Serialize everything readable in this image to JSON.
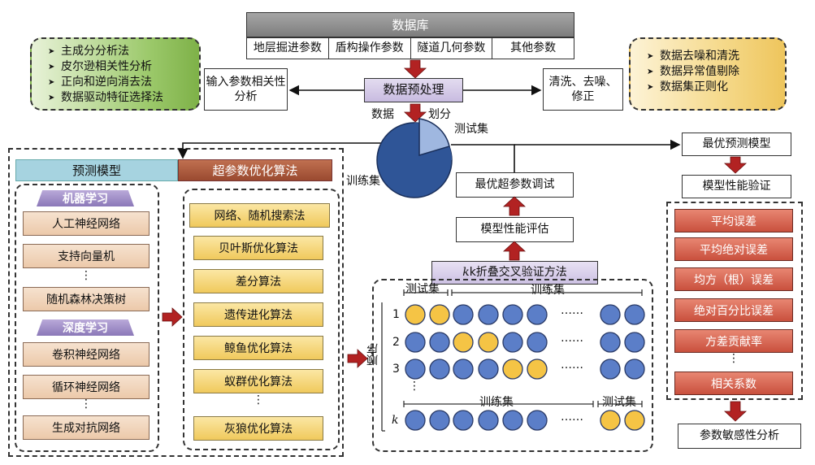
{
  "database": {
    "title": "数据库",
    "params": [
      "地层掘进参数",
      "盾构操作参数",
      "隧道几何参数",
      "其他参数"
    ]
  },
  "preprocess": {
    "label": "数据预处理",
    "left_box": "输入参数相关性分析",
    "right_box": "清洗、去噪、修正",
    "split_label_1": "数据",
    "split_label_2": "划分",
    "test_set": "测试集",
    "train_set": "训练集"
  },
  "left_note": [
    "主成分分析法",
    "皮尔逊相关性分析",
    "正向和逆向消去法",
    "数据驱动特征选择法"
  ],
  "right_note": [
    "数据去噪和清洗",
    "数据异常值剔除",
    "数据集正则化"
  ],
  "prediction": {
    "header": "预测模型",
    "ml_title": "机器学习",
    "ml_items": [
      "人工神经网络",
      "支持向量机",
      "随机森林决策树"
    ],
    "dl_title": "深度学习",
    "dl_items": [
      "卷积神经网络",
      "循环神经网络",
      "生成对抗网络"
    ],
    "dots": "⋮"
  },
  "hyper": {
    "header": "超参数优化算法",
    "items": [
      "网络、随机搜索法",
      "贝叶斯优化算法",
      "差分算法",
      "遗传进化算法",
      "鲸鱼优化算法",
      "蚁群优化算法",
      "灰狼优化算法"
    ],
    "dots": "⋮"
  },
  "tuning": {
    "best_hyper": "最优超参数调试",
    "perf_eval": "模型性能评估",
    "kfold": "k折叠交叉验证方法"
  },
  "kfold_panel": {
    "test_label": "测试集",
    "train_label": "训练集",
    "order_label": "顺序",
    "rows": [
      "1",
      "2",
      "3",
      "k"
    ],
    "ellipsis": "……",
    "vdots": "⋮"
  },
  "right_column": {
    "best_model": "最优预测模型",
    "validation": "模型性能验证",
    "metrics": [
      "平均误差",
      "平均绝对误差",
      "均方（根）误差",
      "绝对百分比误差",
      "方差贡献率",
      "相关系数"
    ],
    "dots": "⋮",
    "sensitivity": "参数敏感性分析"
  },
  "colors": {
    "blue_circle": "#5b7ec8",
    "yellow_circle": "#f5c445",
    "arrow_red": "#b22222",
    "header_blue": "#a6d3e0",
    "header_brown": "#a8573a",
    "db_gray": "#8a8a8a",
    "purple": "#c9bde0",
    "pie": "#2f5597"
  }
}
